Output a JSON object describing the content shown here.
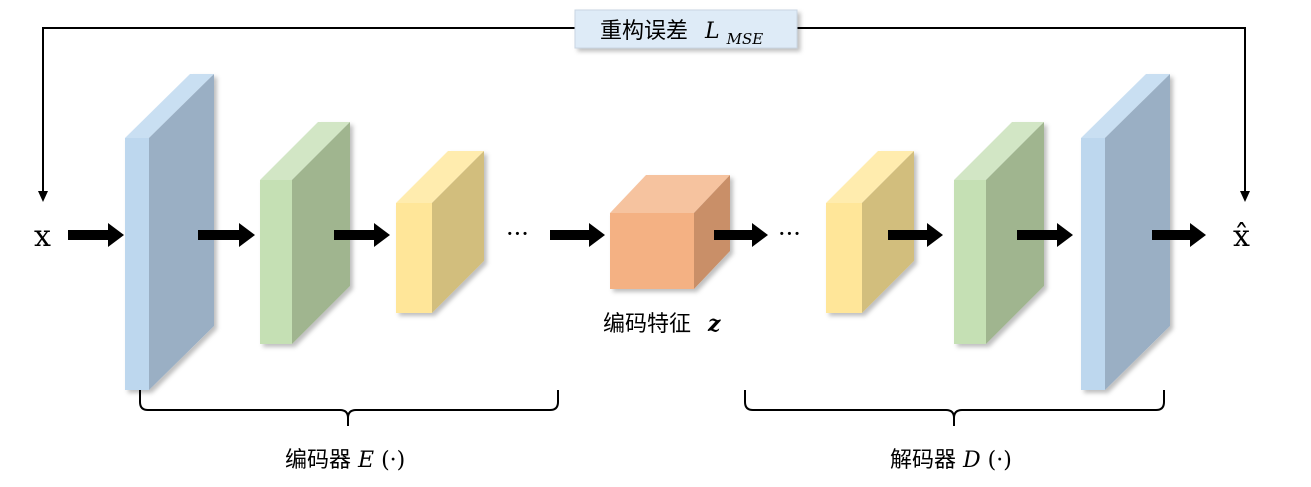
{
  "loss_label": {
    "text": "重构误差",
    "var": "L",
    "sub": "MSE"
  },
  "input_label": "x",
  "output_label": "x̂",
  "ellipsis": "···",
  "feature_label": {
    "text": "编码特征",
    "var": "z"
  },
  "encoder_label": {
    "text": "编码器",
    "func": "E",
    "arg": "(·)"
  },
  "decoder_label": {
    "text": "解码器",
    "func": "D",
    "arg": "(·)"
  },
  "colors": {
    "blue_front": "#bdd7ee",
    "blue_side": "#9aafc4",
    "blue_top": "#c9dff2",
    "green_front": "#c5e0b4",
    "green_side": "#a0b58f",
    "green_top": "#d2e6c5",
    "yellow_front": "#ffe699",
    "yellow_side": "#d2be7d",
    "yellow_top": "#ffecae",
    "orange_front": "#f4b183",
    "orange_side": "#c98f68",
    "orange_top": "#f6c39f",
    "loss_box_fill": "#deebf7",
    "loss_box_stroke": "#c9d6e3"
  }
}
